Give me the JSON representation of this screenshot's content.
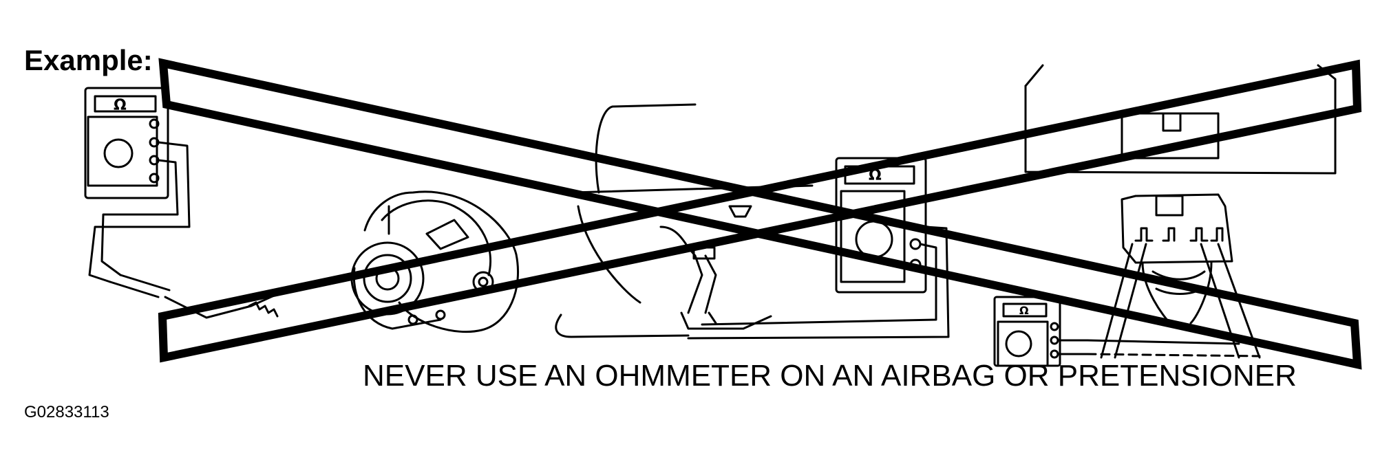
{
  "figure": {
    "example_label": "Example:",
    "warning_text": "NEVER USE AN OHMMETER ON AN AIRBAG OR PRETENSIONER",
    "figure_code": "G02833113",
    "meter_symbol": "Ω",
    "icons": {
      "meter": "ohmmeter-icon",
      "steering_wheel": "steering-wheel-airbag-icon",
      "dashboard": "passenger-airbag-icon",
      "seat_belt": "seat-belt-pretensioner-icon",
      "prohibition": "prohibition-cross-icon"
    }
  }
}
